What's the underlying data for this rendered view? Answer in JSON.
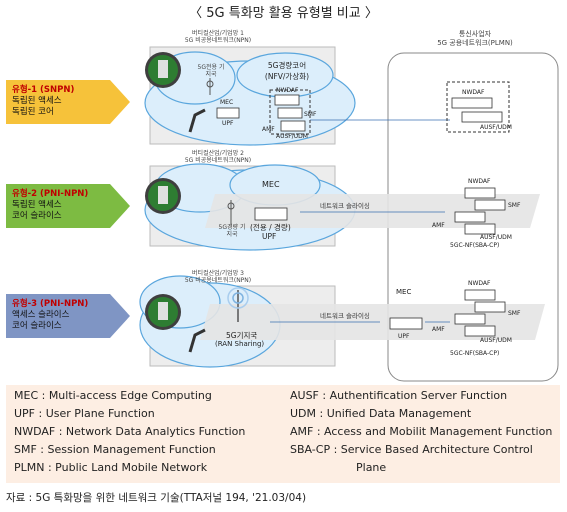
{
  "title": "〈 5G 특화망 활용 유형별 비교 〉",
  "operator_net": {
    "name": "통신사업자",
    "sub": "5G 공용네트워크(PLMN)"
  },
  "types": [
    {
      "name": "유형-1 (SNPN)",
      "lines": [
        "독립된 액세스",
        "독립된 코어"
      ],
      "color": "#f6c23a"
    },
    {
      "name": "유형-2 (PNI-NPN)",
      "lines": [
        "독립된 액세스",
        "코어 슬라이스"
      ],
      "color": "#7dbb42"
    },
    {
      "name": "유형-3 (PNI-NPN)",
      "lines": [
        "액세스 슬라이스",
        "코어 슬라이스"
      ],
      "color": "#7f95c4"
    }
  ],
  "private_net": [
    {
      "line1": "버티컬산업/기업망 1",
      "line2": "5G 비공용네트워크(NPN)"
    },
    {
      "line1": "버티컬산업/기업망 2",
      "line2": "5G 비공용네트워크(NPN)"
    },
    {
      "line1": "버티컬산업/기업망 3",
      "line2": "5G 비공용네트워크(NPN)"
    }
  ],
  "row1": {
    "core_title": "5G경량코어",
    "core_sub": "(NFV/가상화)",
    "bs": "5G전용 기지국",
    "mec": "MEC",
    "upf": "UPF",
    "nwdaf": "NWDAF",
    "amf": "AMF",
    "smf": "SMF",
    "ausf": "AUSF/UDM",
    "plmn_nwdaf": "NWDAF",
    "plmn_ausf": "AUSF/UDM"
  },
  "row2": {
    "mec": "MEC",
    "upf_sub": "(전용 / 경량)",
    "upf": "UPF",
    "bs": "5G경량 기지국",
    "slicing": "네트워크 슬라이싱",
    "nwdaf": "NWDAF",
    "smf": "SMF",
    "amf": "AMF",
    "ausf": "AUSF/UDM",
    "cp": "5GC-NF(SBA-CP)"
  },
  "row3": {
    "bs": "5G기지국",
    "bs_sub": "(RAN Sharing)",
    "slicing": "네트워크 슬라이싱",
    "mec": "MEC",
    "upf": "UPF",
    "nwdaf": "NWDAF",
    "smf": "SMF",
    "amf": "AMF",
    "ausf": "AUSF/UDM",
    "cp": "5GC-NF(SBA-CP)"
  },
  "legend": {
    "left": [
      "MEC : Multi-access Edge Computing",
      "UPF : User Plane Function",
      "NWDAF : Network Data Analytics Function",
      "SMF : Session Management Function",
      "PLMN : Public Land Mobile Network"
    ],
    "right": [
      "AUSF : Authentification Server Function",
      "UDM : Unified Data Management",
      "AMF : Access and Mobilit Management Function",
      "SBA-CP : Service Based Architecture Control",
      "Plane"
    ]
  },
  "source": "자료 : 5G 특화망을 위한 네트워크 기술(TTA저널 194, '21.03/04)"
}
